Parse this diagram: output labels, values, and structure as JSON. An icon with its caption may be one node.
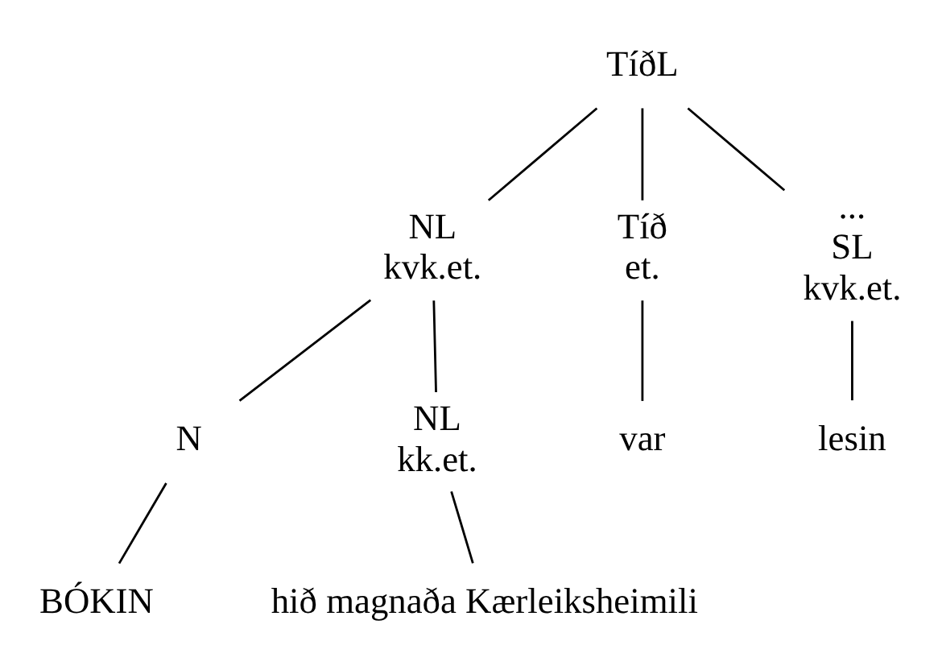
{
  "diagram": {
    "nodes": [
      {
        "text": [
          "TíðL"
        ]
      },
      {
        "text": [
          "NL",
          "kvk.et."
        ]
      },
      {
        "text": [
          "Tíð",
          "et."
        ]
      },
      {
        "text": [
          "...",
          "SL",
          "kvk.et."
        ]
      },
      {
        "text": [
          "N"
        ]
      },
      {
        "text": [
          "NL",
          "kk.et."
        ]
      },
      {
        "text": [
          "var"
        ]
      },
      {
        "text": [
          "lesin"
        ]
      },
      {
        "text": [
          "BÓKIN"
        ]
      },
      {
        "text": [
          "hið magnaða Kærleiksheimili"
        ]
      }
    ],
    "edges": [
      {
        "from": 0,
        "to": 1,
        "arrow": "none"
      },
      {
        "from": 0,
        "to": 2,
        "arrow": "none"
      },
      {
        "from": 0,
        "to": 3,
        "arrow": "none"
      },
      {
        "from": 1,
        "to": 4,
        "arrow": "none"
      },
      {
        "from": 1,
        "to": 5,
        "arrow": "none"
      },
      {
        "from": 2,
        "to": 6,
        "arrow": "none"
      },
      {
        "from": 3,
        "to": 7,
        "arrow": "none"
      },
      {
        "from": 4,
        "to": 8,
        "arrow": "none"
      },
      {
        "from": 5,
        "to": 9,
        "arrow": "none"
      }
    ]
  }
}
